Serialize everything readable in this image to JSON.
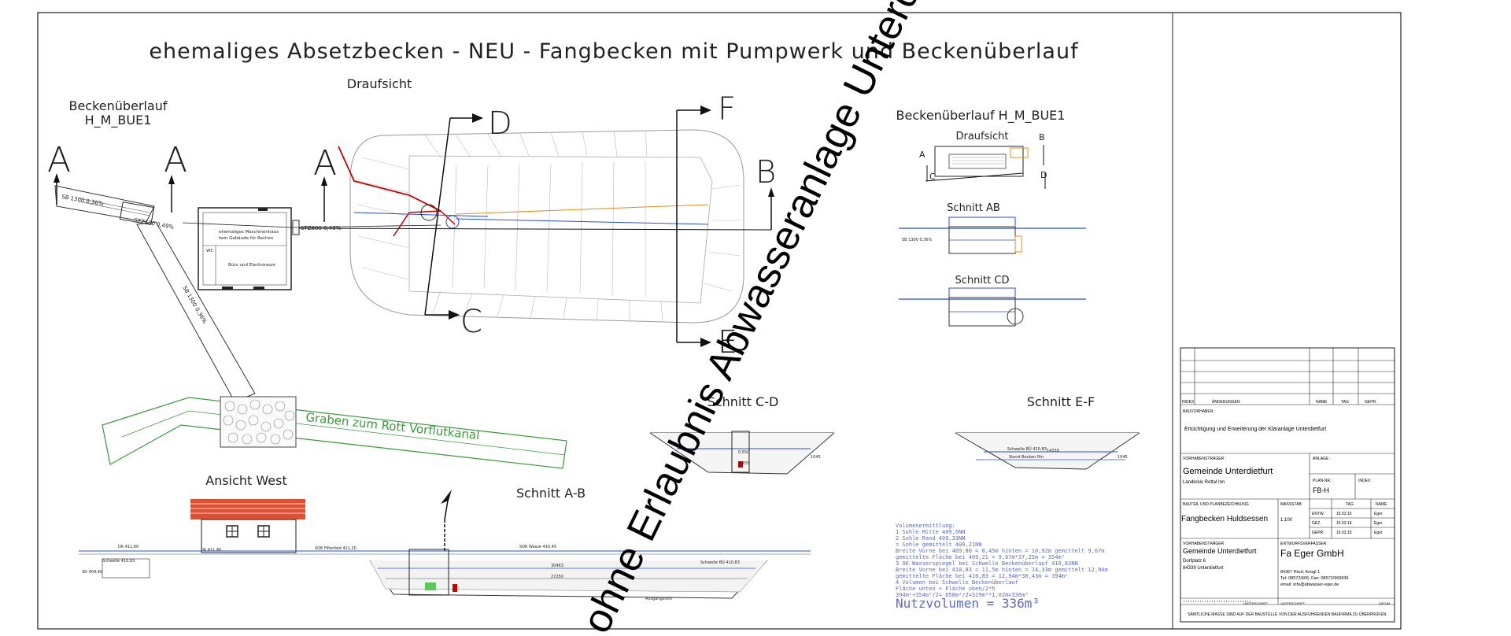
{
  "drawing": {
    "main_title": "ehemaliges Absetzbecken - NEU - Fangbecken mit Pumpwerk und Beckenüberlauf",
    "watermark": "ohne Erlaubnis Abwasseranlage Unterdietfurt",
    "plan_view_label": "Draufsicht",
    "overflow_left_title": "Beckenüberlauf",
    "overflow_left_code": "H_M_BUE1",
    "section_marks": [
      "A",
      "A",
      "A",
      "B",
      "C",
      "D",
      "E",
      "F"
    ],
    "pipe_labels": [
      "SB 1300 0,36%",
      "STZ600 0,49%",
      "STZ600 0,49%",
      "SB 1300 0,36%"
    ],
    "building_labels": [
      "ehemaliges Maschinenhaus",
      "kein Gebäude für Rechen",
      "WC",
      "Büro und Electroraum"
    ],
    "canal_label": "Graben zum Rott Vorflutkanal",
    "view_west_label": "Ansicht West",
    "section_ab_label": "Schnitt A-B",
    "section_cd_label": "Schnitt C-D",
    "section_ef_label": "Schnitt E-F",
    "overflow_right_title": "Beckenüberlauf H_M_BUE1",
    "overflow_right_plan": "Draufsicht",
    "overflow_right_section_ab": "Schnitt AB",
    "overflow_right_section_cd": "Schnitt CD",
    "volume_title": "Volumenermittlung:",
    "volume_lines": [
      "1 Sohle Mitte 409,0NN",
      "2 Sohle Rand 409,33NN",
      "= Sohle gemittelt 409,21NN",
      "Breite Vorne bei 409,80 = 8,45m hinten = 10,92m gemittelt 9,67m",
      "gemittelte Fläche bei 409,21 = 9,67m*37,25m = 354m²",
      "3 OK Wasserspiegel bei Schwelle Beckenüberlauf 410,83NN",
      "Breite Vorne bei 410,83 = 11,5m hinten = 14,33m gemittelt 12,94m",
      "gemittelte Fläche bei 410,83 = 12,94m*30,43m = 394m²",
      "4 Volumen bei Schwelle Beckenüberlauf",
      "Fläche unten + Fläche oben/2*h",
      "394m²+354m²/2= 658m²/2=329m³*1,02m=336m³"
    ],
    "volume_result": "Nutzvolumen = 336m³",
    "cd_levels": [
      "0,550",
      "0,455",
      "1045"
    ],
    "ef_levels": [
      "Schwelle BÜ 410,83",
      "Stand Becken Rin",
      "14330",
      "1045"
    ],
    "ab_labels": [
      "DK 411,60",
      "Schwelle 410,83",
      "DK 411,40",
      "SOK Wasse 410,45",
      "SOK Filterfeld 411,20",
      "30463",
      "27250",
      "Schwelle BÜ 410,83",
      "SD 409,40",
      "Ausgangsrohr"
    ]
  },
  "title_block": {
    "revision_headers": [
      "INDEX",
      "ÄNDERUNGEN",
      "NAME",
      "TAG",
      "GEPR."
    ],
    "project_label": "BAUVORHABEN :",
    "project_text": "Ertüchtigung und Erweiterung der Kläranlage Unterdietfurt",
    "owner_label": "VORHABENSTRÄGER :",
    "owner_name": "Gemeinde Unterdietfurt",
    "owner_district": "Landkreis Rottal Inn",
    "attachment_label": "ANLAGE :",
    "plan_no_label": "PLAN-NR.:",
    "plan_no": "FB-H",
    "index_label": "INDEX :",
    "part_label": "BAUTEIL UND PLANBEZEICHNUNG",
    "part_name": "Fangbecken Huldsessen",
    "scale_label": "MASSSTAB",
    "scale": "1:100",
    "date_header": "TAG",
    "name_header": "NAME",
    "rows": [
      {
        "role": "ENTW.",
        "date": "15.03.19",
        "name": "Eger"
      },
      {
        "role": "GEZ.",
        "date": "15.03.19",
        "name": "Eger"
      },
      {
        "role": "GEPR.",
        "date": "15.03.19",
        "name": "Eger"
      }
    ],
    "client_label": "VORHABENSTRÄGER :",
    "client_name": "Gemeinde Unterdietfurt",
    "client_street": "Dorfplatz 6",
    "client_city": "84339 Unterdietfurt",
    "designer_label": "ENTWURFSVERFASSER :",
    "designer_name": "Fa  Eger GmbH",
    "designer_address": "84367 Reut; Knogl 1",
    "designer_phone": "Tel: 08572/606; Fax: 08572/969836",
    "designer_email": "email: info@abwasser-eger.de",
    "signature_label": "UNTERSCHRIFT",
    "date_label": "DATUM",
    "footer_note": "SÄMTLICHE MASSE SIND AUF DER BAUSTELLE VON DER AUSFÜHRENDEN BAUFIRMA ZU ÜBERPRÜFEN."
  }
}
